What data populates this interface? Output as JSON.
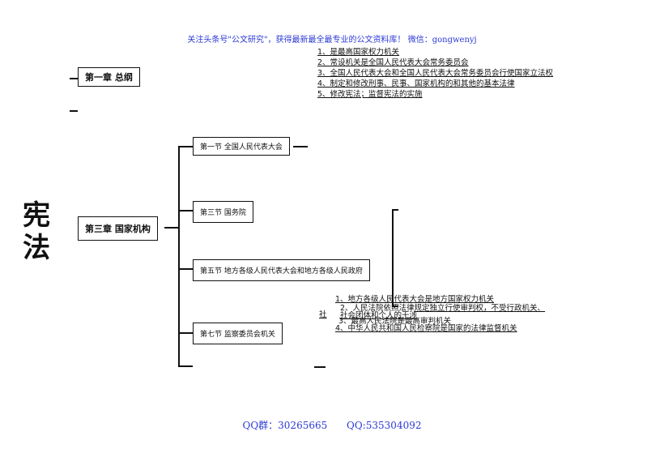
{
  "header_note": "关注头条号\"公文研究\"，获得最新最全最专业的公文资料库！  微信：gongwenyj",
  "main_title": "宪法",
  "chapter1": {
    "title": "第一章  总纲",
    "items": [
      "1、是最高国家权力机关",
      "2、常设机关是全国人民代表大会常务委员会",
      "3、全国人民代表大会和全国人民代表大会常务委员会行使国家立法权",
      "4、制定和修改刑事、民事、国家机构的和其他的基本法律",
      "5、修改宪法；监督宪法的实施"
    ]
  },
  "chapter3": {
    "title": "第三章  国家机构",
    "sections": [
      "第一节    全国人民代表大会",
      "第三节    国务院",
      "第五节    地方各级人民代表大会和地方各级人民政府",
      "第七节    监察委员会机关"
    ]
  },
  "overlap_text": {
    "side_char": "社",
    "line1": "1、地方各级人民代表大会是地方国家权力机关",
    "line2a": "2、人民法院依照法律",
    "line2b": "规定独立行使审判权，不受行政机关、",
    "line3": "社会团体和个人的干涉",
    "line4": "3、最高人民法院是最高审判机关",
    "line5": "4、中华人民共和国人民检察院是国家的法律监督机关"
  },
  "footer_note": "QQ群：30265665    QQ:535304092"
}
